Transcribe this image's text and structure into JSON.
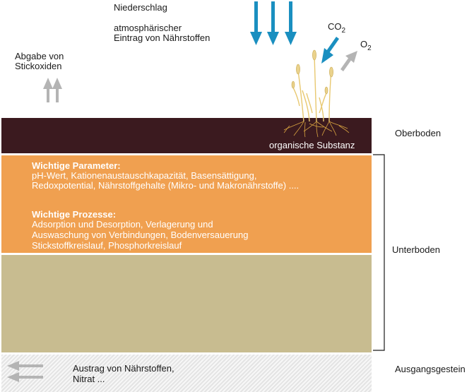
{
  "inputs": {
    "precipitation": "Niederschlag",
    "atmospheric_input_line1": "atmosphärischer",
    "atmospheric_input_line2": "Eintrag von Nährstoffen",
    "nitrogen_oxides_line1": "Abgabe von",
    "nitrogen_oxides_line2": "Stickoxiden",
    "co2_base": "CO",
    "co2_sub": "2",
    "o2_base": "O",
    "o2_sub": "2"
  },
  "layers": {
    "topsoil": {
      "label": "organische Substanz",
      "color": "#3b1a1f",
      "side_label": "Oberboden"
    },
    "subsoil": {
      "side_label": "Unterboden",
      "color_upper": "#f0a050",
      "color_lower": "#c8bc90",
      "parameters_title": "Wichtige Parameter:",
      "parameters_line1": "pH-Wert, Kationenaustauschkapazität, Basensättigung,",
      "parameters_line2": "Redoxpotential, Nährstoffgehalte (Mikro- und Makronährstoffe) ....",
      "processes_title": "Wichtige Prozesse:",
      "processes_line1": "Adsorption und Desorption, Verlagerung und",
      "processes_line2": "Auswaschung von Verbindungen, Bodenversauerung",
      "processes_line3": "Stickstoffkreislauf, Phosphorkreislauf"
    },
    "bedrock": {
      "side_label": "Ausgangsgestein",
      "output_line1": "Austrag von Nährstoffen,",
      "output_line2": "Nitrat ..."
    }
  },
  "colors": {
    "blue_arrow": "#1a8fc0",
    "grey_arrow": "#b4b4b4",
    "root": "#d9a440",
    "plant": "#e8c870"
  }
}
